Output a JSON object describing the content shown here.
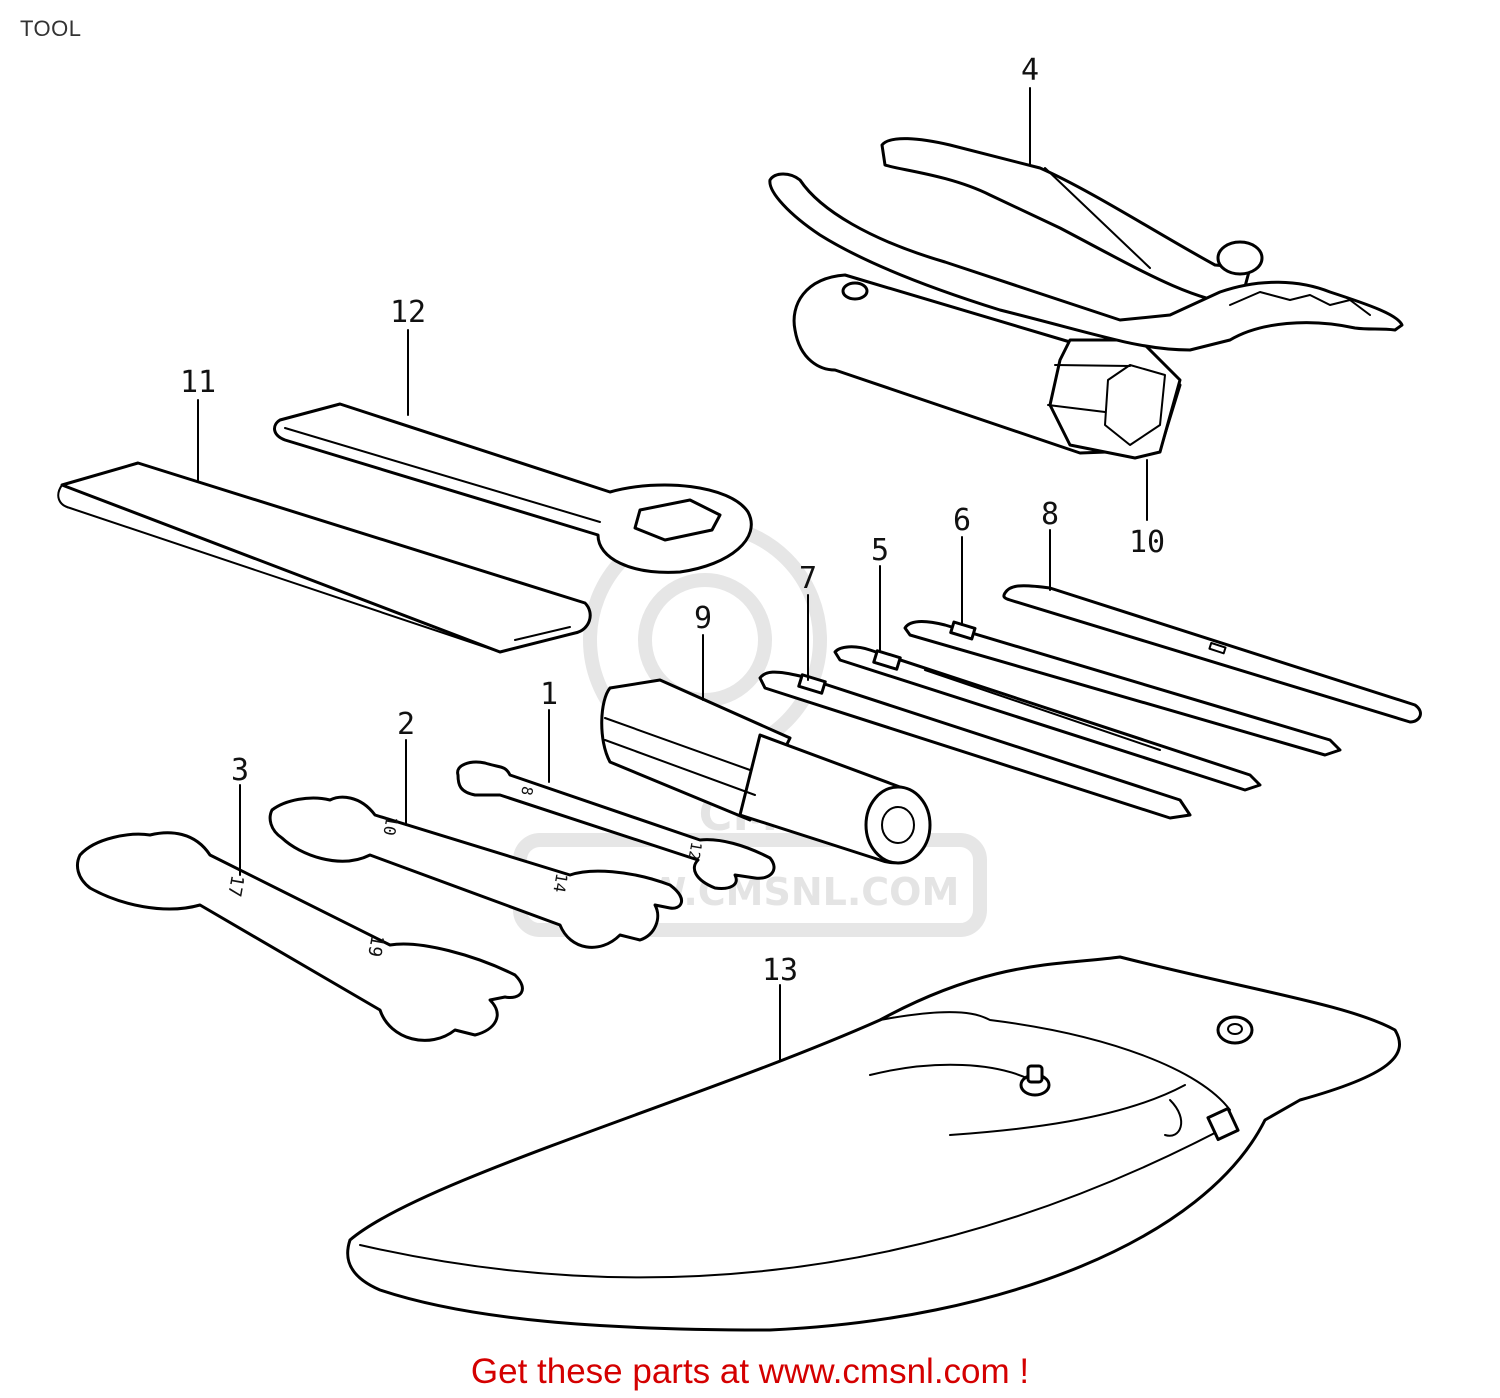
{
  "title": "TOOL",
  "watermark": {
    "brand": "CMS",
    "url": "WWW.CMSNL.COM"
  },
  "callouts": [
    {
      "num": "1",
      "part": "wrench-8x12"
    },
    {
      "num": "2",
      "part": "wrench-10x14"
    },
    {
      "num": "3",
      "part": "wrench-17x19"
    },
    {
      "num": "4",
      "part": "pliers"
    },
    {
      "num": "5",
      "part": "screwdriver-blade"
    },
    {
      "num": "6",
      "part": "screwdriver-blade"
    },
    {
      "num": "7",
      "part": "screwdriver-blade"
    },
    {
      "num": "8",
      "part": "flat-bar"
    },
    {
      "num": "9",
      "part": "screwdriver-handle"
    },
    {
      "num": "10",
      "part": "spark-plug-wrench"
    },
    {
      "num": "11",
      "part": "flat-bar"
    },
    {
      "num": "12",
      "part": "pin-spanner"
    },
    {
      "num": "13",
      "part": "tool-bag"
    }
  ],
  "wrench_marks": {
    "w1_a": "8",
    "w1_b": "12",
    "w2_a": "10",
    "w2_b": "14",
    "w3_a": "17",
    "w3_b": "19"
  },
  "footer": {
    "text": "Get these parts at www.cmsnl.com !",
    "color": "#d40000"
  }
}
